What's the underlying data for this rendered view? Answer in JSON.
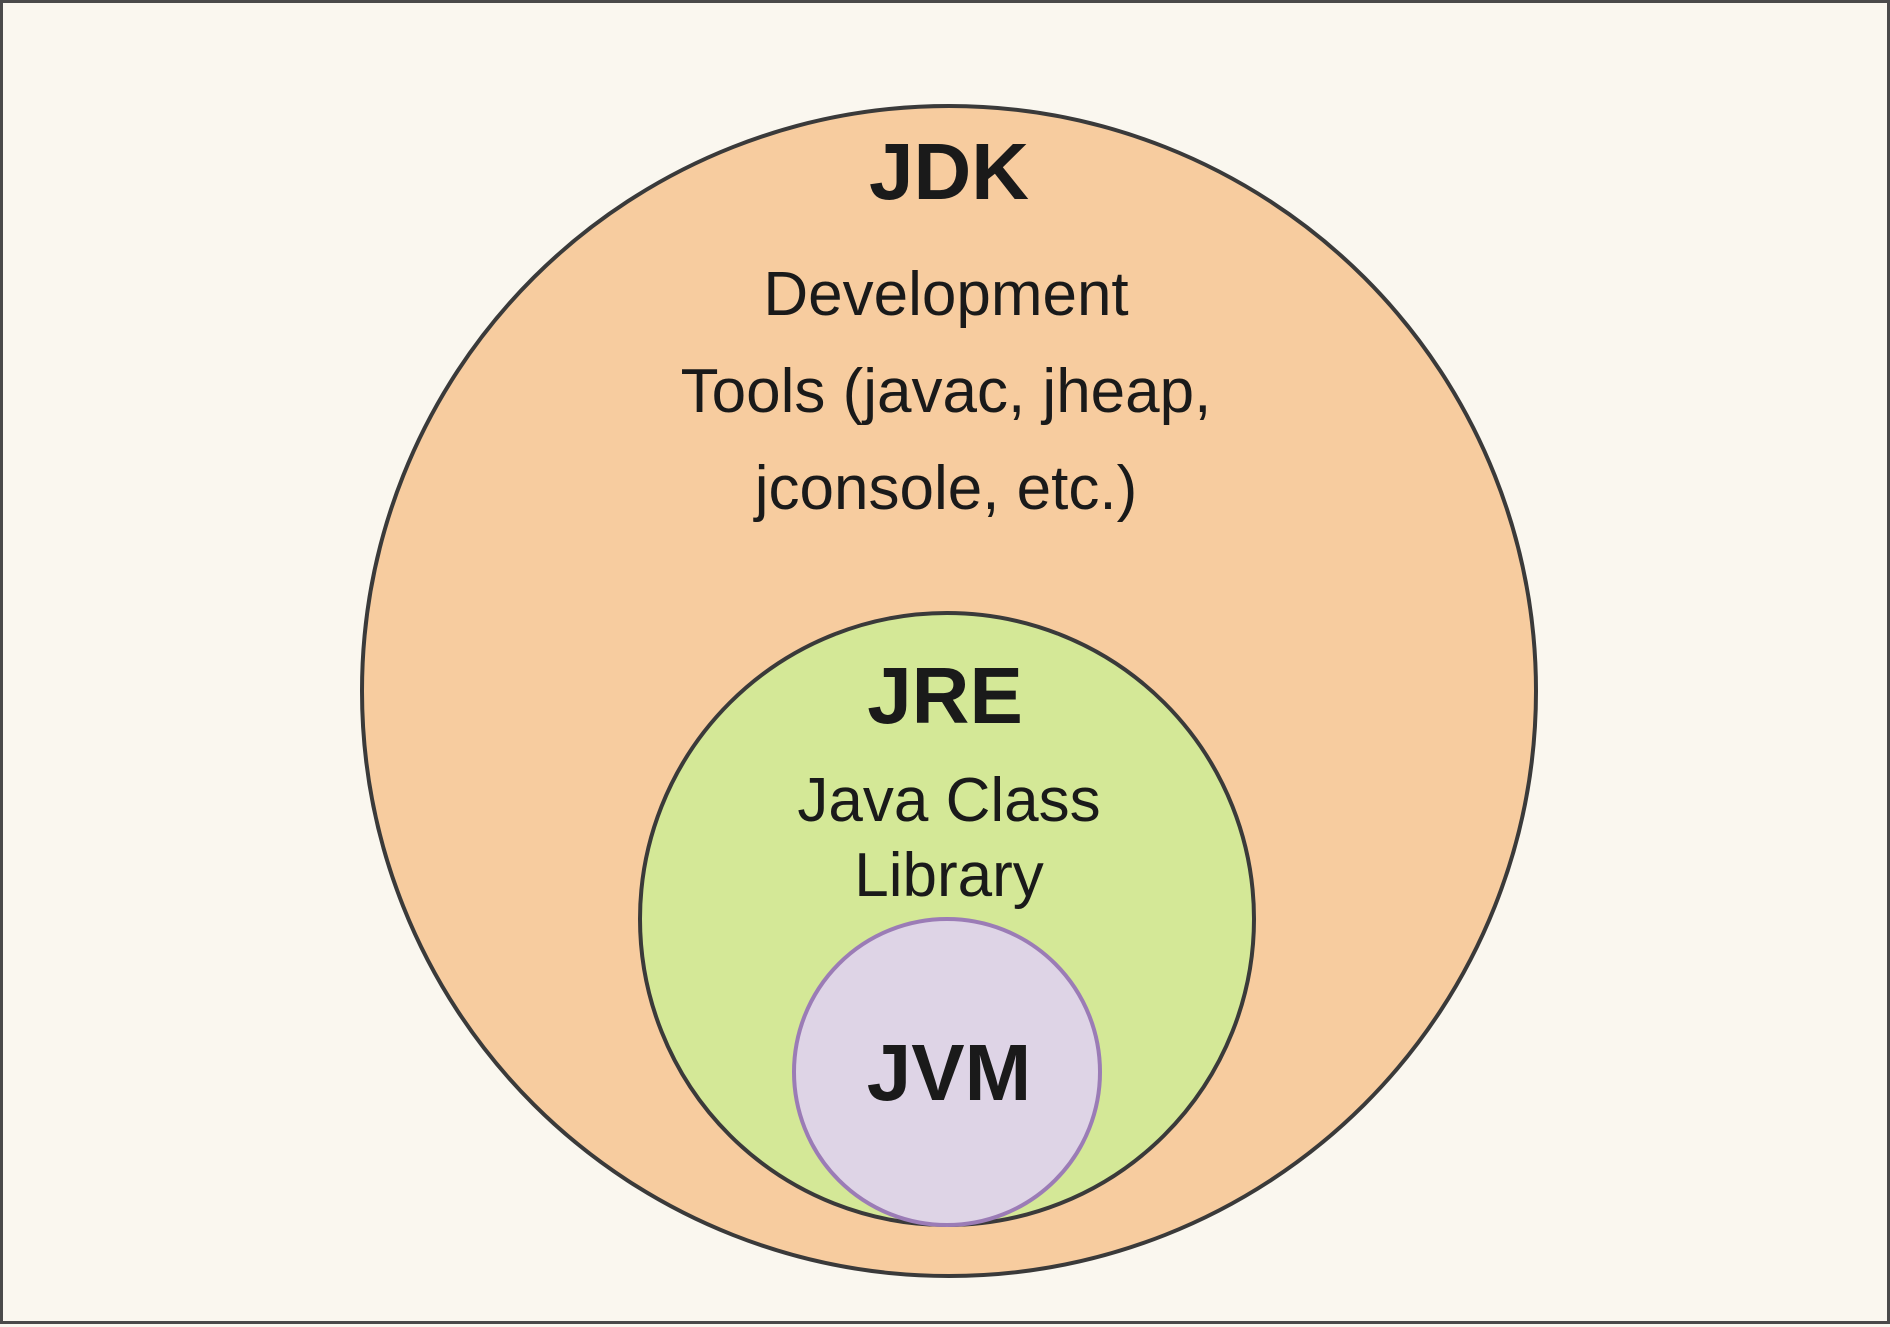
{
  "diagram": {
    "colors": {
      "background": "#faf7ef",
      "jdk_fill": "#f7cc9f",
      "jre_fill": "#d4e897",
      "jvm_fill": "#ded4e6",
      "outline": "#3a3a3a",
      "jvm_outline": "#9b7cb6"
    },
    "jdk": {
      "title": "JDK",
      "lines": [
        "Development",
        "Tools (javac, jheap,",
        "jconsole, etc.)"
      ]
    },
    "jre": {
      "title": "JRE",
      "lines": [
        "Java Class",
        "Library"
      ]
    },
    "jvm": {
      "title": "JVM"
    }
  }
}
